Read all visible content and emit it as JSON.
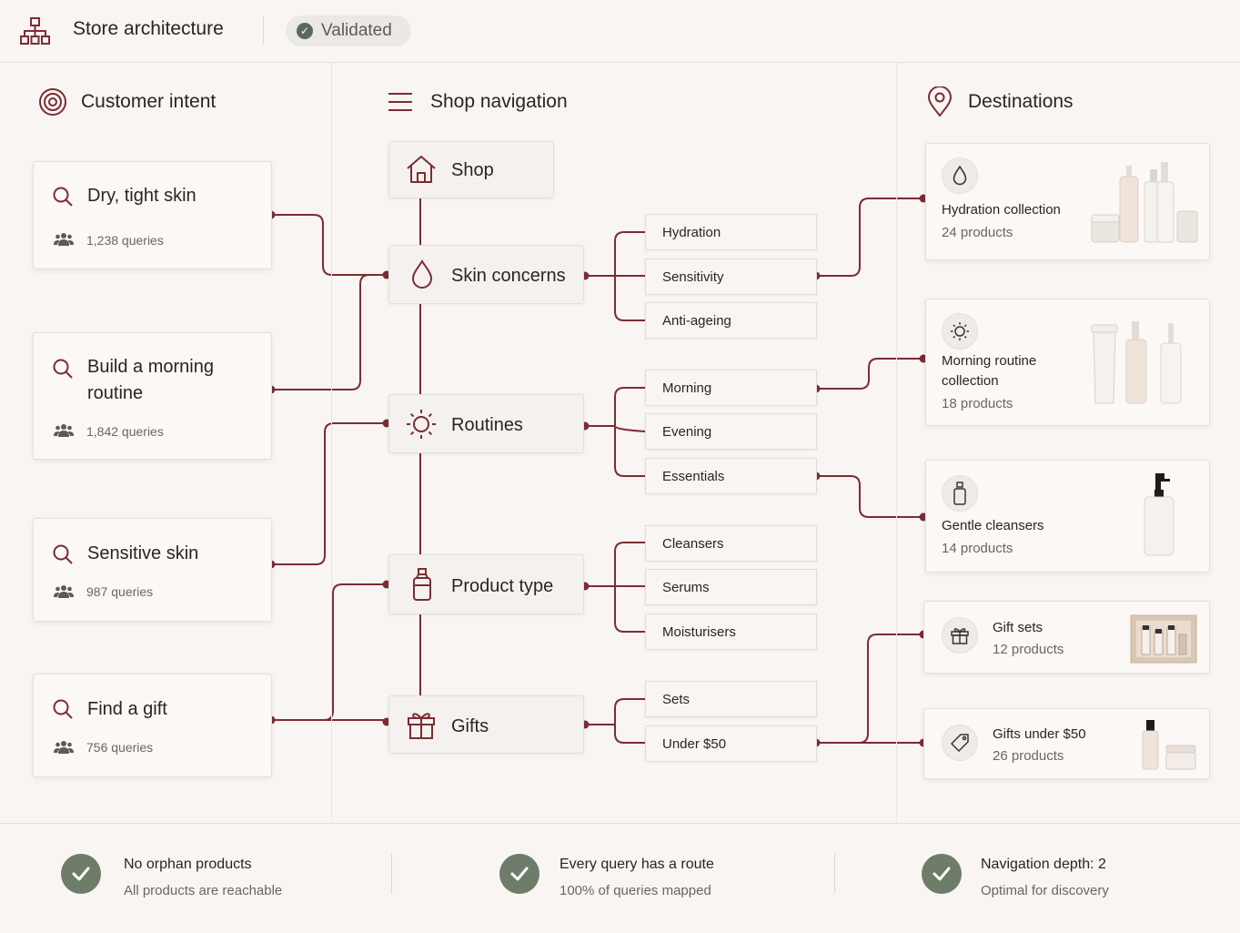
{
  "header": {
    "title": "Store architecture",
    "badge": "Validated"
  },
  "columns": {
    "intent": "Customer intent",
    "navigation": "Shop navigation",
    "destinations": "Destinations"
  },
  "intents": [
    {
      "title": "Dry, tight skin",
      "queries": "1,238 queries"
    },
    {
      "title": "Build a morning routine",
      "queries": "1,842 queries"
    },
    {
      "title": "Sensitive skin",
      "queries": "987 queries"
    },
    {
      "title": "Find a gift",
      "queries": "756 queries"
    }
  ],
  "navigation": {
    "root": "Shop",
    "categories": [
      {
        "label": "Skin concerns",
        "icon": "drop-icon",
        "subs": [
          "Hydration",
          "Sensitivity",
          "Anti-ageing"
        ]
      },
      {
        "label": "Routines",
        "icon": "sun-icon",
        "subs": [
          "Morning",
          "Evening",
          "Essentials"
        ]
      },
      {
        "label": "Product type",
        "icon": "bottle-icon",
        "subs": [
          "Cleansers",
          "Serums",
          "Moisturisers"
        ]
      },
      {
        "label": "Gifts",
        "icon": "gift-icon",
        "subs": [
          "Sets",
          "Under $50"
        ]
      }
    ]
  },
  "destinations": [
    {
      "title": "Hydration collection",
      "count": "24 products",
      "icon": "drop-icon"
    },
    {
      "title": "Morning routine collection",
      "count": "18 products",
      "icon": "sun-icon"
    },
    {
      "title": "Gentle cleansers",
      "count": "14 products",
      "icon": "bottle-icon"
    },
    {
      "title": "Gift sets",
      "count": "12 products",
      "icon": "gift-icon"
    },
    {
      "title": "Gifts under $50",
      "count": "26 products",
      "icon": "tag-icon"
    }
  ],
  "checks": [
    {
      "title": "No orphan products",
      "sub": "All products are reachable"
    },
    {
      "title": "Every query has a route",
      "sub": "100% of queries mapped"
    },
    {
      "title": "Navigation depth: 2",
      "sub": "Optimal for discovery"
    }
  ],
  "colors": {
    "accent": "#7a2d32",
    "background": "#f9f5f3",
    "check": "#6d7d69"
  }
}
